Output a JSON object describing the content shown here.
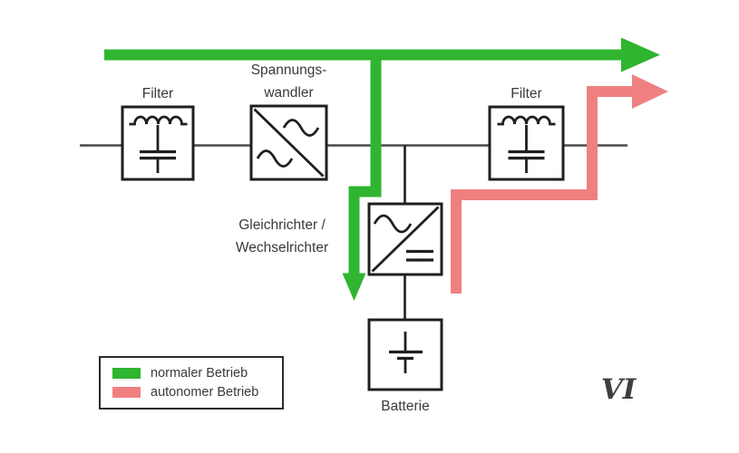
{
  "colors": {
    "green": "#2fb52f",
    "red": "#f08080",
    "ink": "#1f1f1f",
    "bus": "#4a4a4a",
    "text": "#3a3a3a",
    "figure": "#3f3f3f"
  },
  "diagram": {
    "blocks": {
      "filter_left": {
        "label": "Filter"
      },
      "voltage_converter": {
        "label_lines": [
          "Spannungs-",
          "wandler"
        ]
      },
      "filter_right": {
        "label": "Filter"
      },
      "rectifier_inverter": {
        "label_lines": [
          "Gleichrichter /",
          "Wechselrichter"
        ]
      },
      "battery": {
        "label": "Batterie"
      }
    },
    "figure_number": "VI"
  },
  "legend": {
    "items": [
      {
        "label": "normaler Betrieb",
        "color": "#2fb52f",
        "swatch": "green"
      },
      {
        "label": "autonomer Betrieb",
        "color": "#f08080",
        "swatch": "red"
      }
    ]
  }
}
